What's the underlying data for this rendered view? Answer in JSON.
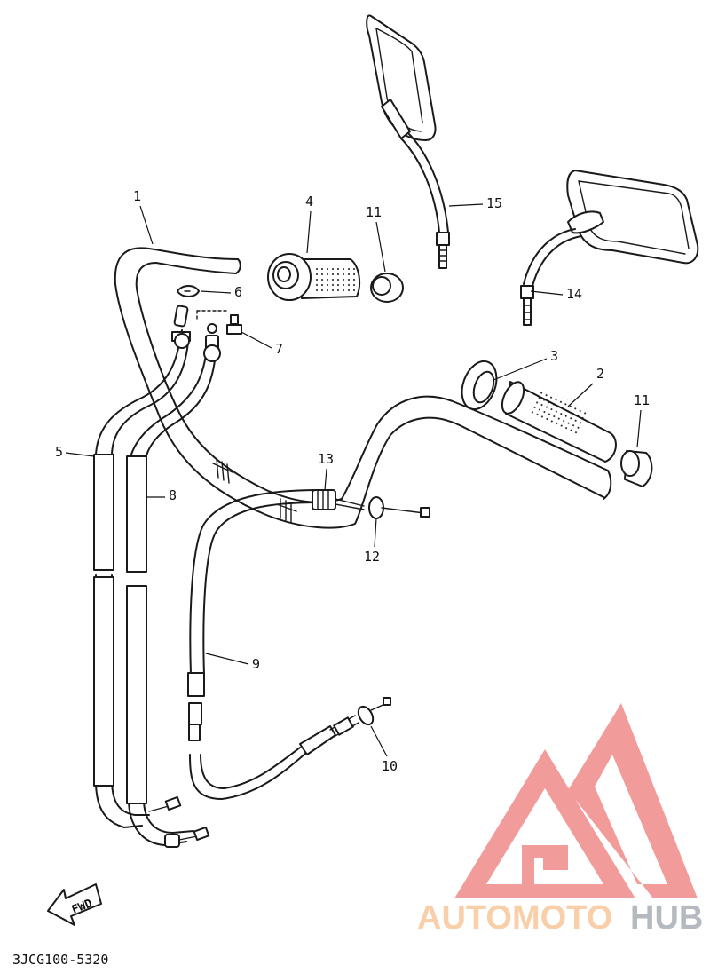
{
  "diagram_code": "3JCG100-5320",
  "fwd_label": "FWD",
  "watermark": {
    "part1": "AUTOMOTO",
    "part2": "HUB",
    "logo_color": "#f08a8a",
    "text_color_1": "#f7c79a",
    "text_color_2": "#a7aeb5"
  },
  "callouts": {
    "c1": "1",
    "c2": "2",
    "c3": "3",
    "c4": "4",
    "c5": "5",
    "c6": "6",
    "c7": "7",
    "c8": "8",
    "c9": "9",
    "c10": "10",
    "c11a": "11",
    "c11b": "11",
    "c12": "12",
    "c13": "13",
    "c14": "14",
    "c15": "15"
  }
}
